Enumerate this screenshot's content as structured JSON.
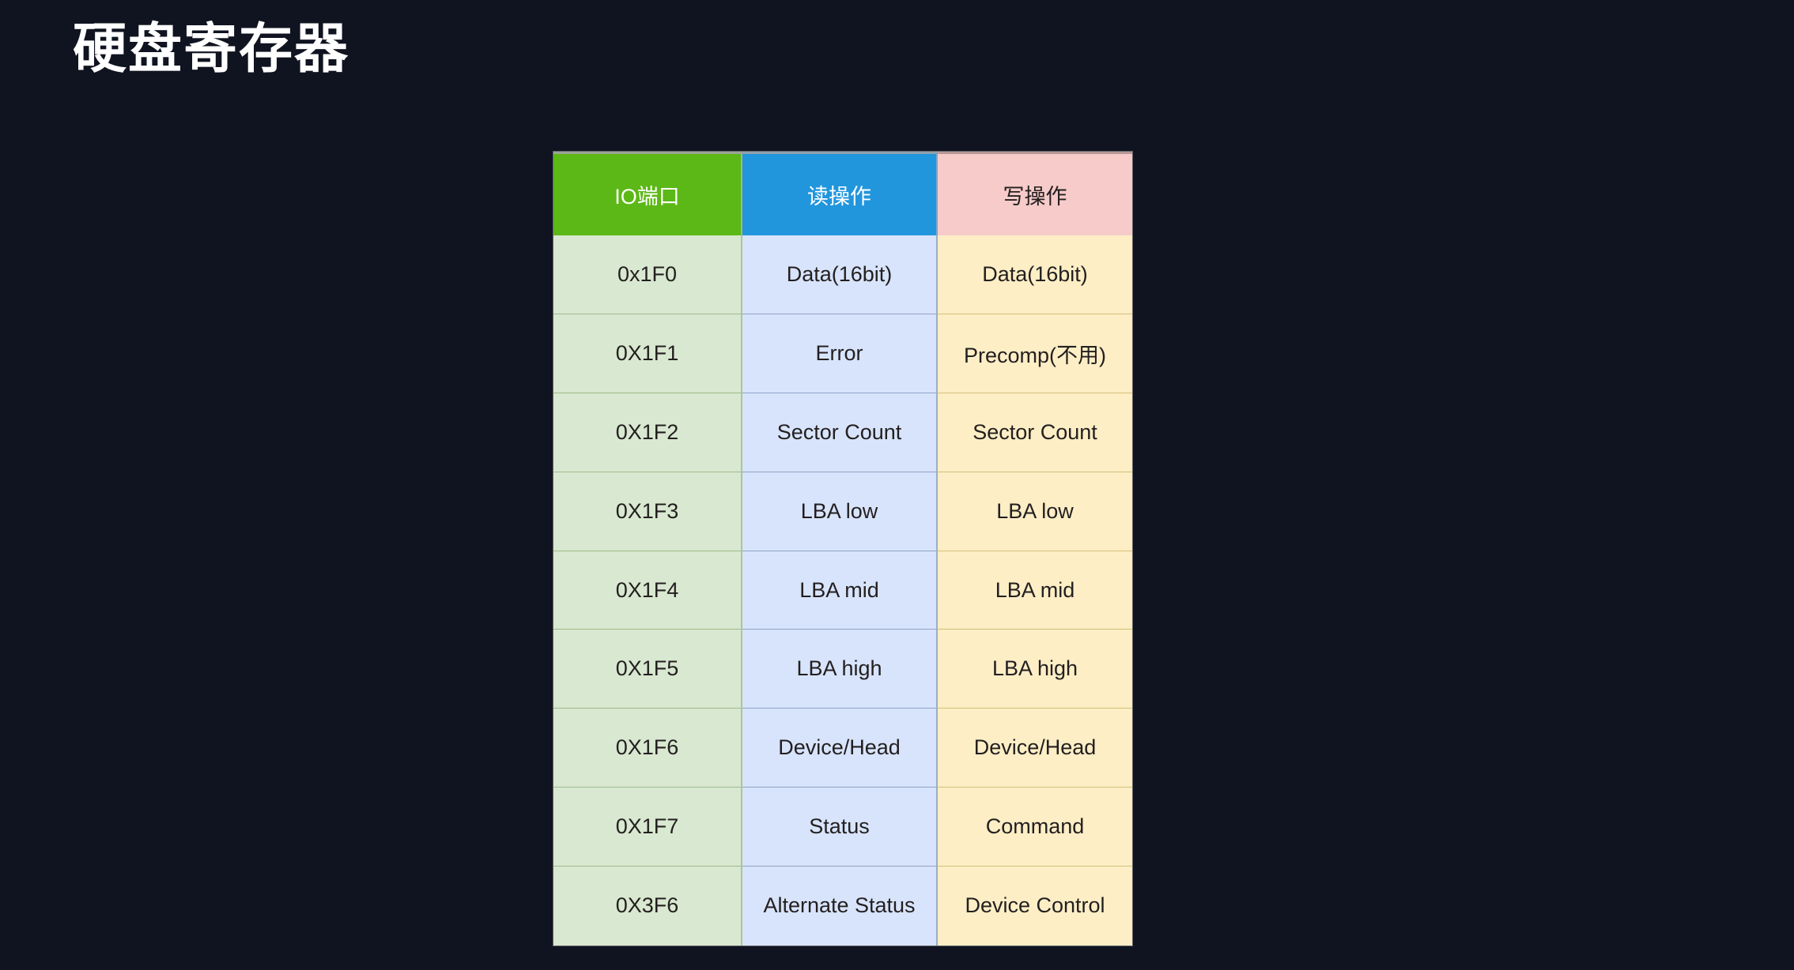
{
  "slide": {
    "title": "硬盘寄存器",
    "background_color": "#101421",
    "title_color": "#ffffff"
  },
  "table": {
    "name": "hard-disk-register-table",
    "columns": [
      {
        "key": "port",
        "label": "IO端口",
        "header_bg": "#5cb816",
        "header_fg": "#ffffff",
        "cell_bg": "#d9e8d0"
      },
      {
        "key": "read",
        "label": "读操作",
        "header_bg": "#2196dd",
        "header_fg": "#ffffff",
        "cell_bg": "#d8e4fb"
      },
      {
        "key": "write",
        "label": "写操作",
        "header_bg": "#f6cbc9",
        "header_fg": "#231f20",
        "cell_bg": "#fdeec5"
      }
    ],
    "headers": {
      "port": "IO端口",
      "read": "读操作",
      "write": "写操作"
    },
    "rows": [
      {
        "port": "0x1F0",
        "read": "Data(16bit)",
        "write": "Data(16bit)"
      },
      {
        "port": "0X1F1",
        "read": "Error",
        "write": "Precomp(不用)"
      },
      {
        "port": "0X1F2",
        "read": "Sector Count",
        "write": "Sector Count"
      },
      {
        "port": "0X1F3",
        "read": "LBA low",
        "write": "LBA low"
      },
      {
        "port": "0X1F4",
        "read": "LBA mid",
        "write": "LBA mid"
      },
      {
        "port": "0X1F5",
        "read": "LBA high",
        "write": "LBA high"
      },
      {
        "port": "0X1F6",
        "read": "Device/Head",
        "write": "Device/Head"
      },
      {
        "port": "0X1F7",
        "read": "Status",
        "write": "Command"
      },
      {
        "port": "0X3F6",
        "read": "Alternate Status",
        "write": "Device Control"
      }
    ]
  }
}
